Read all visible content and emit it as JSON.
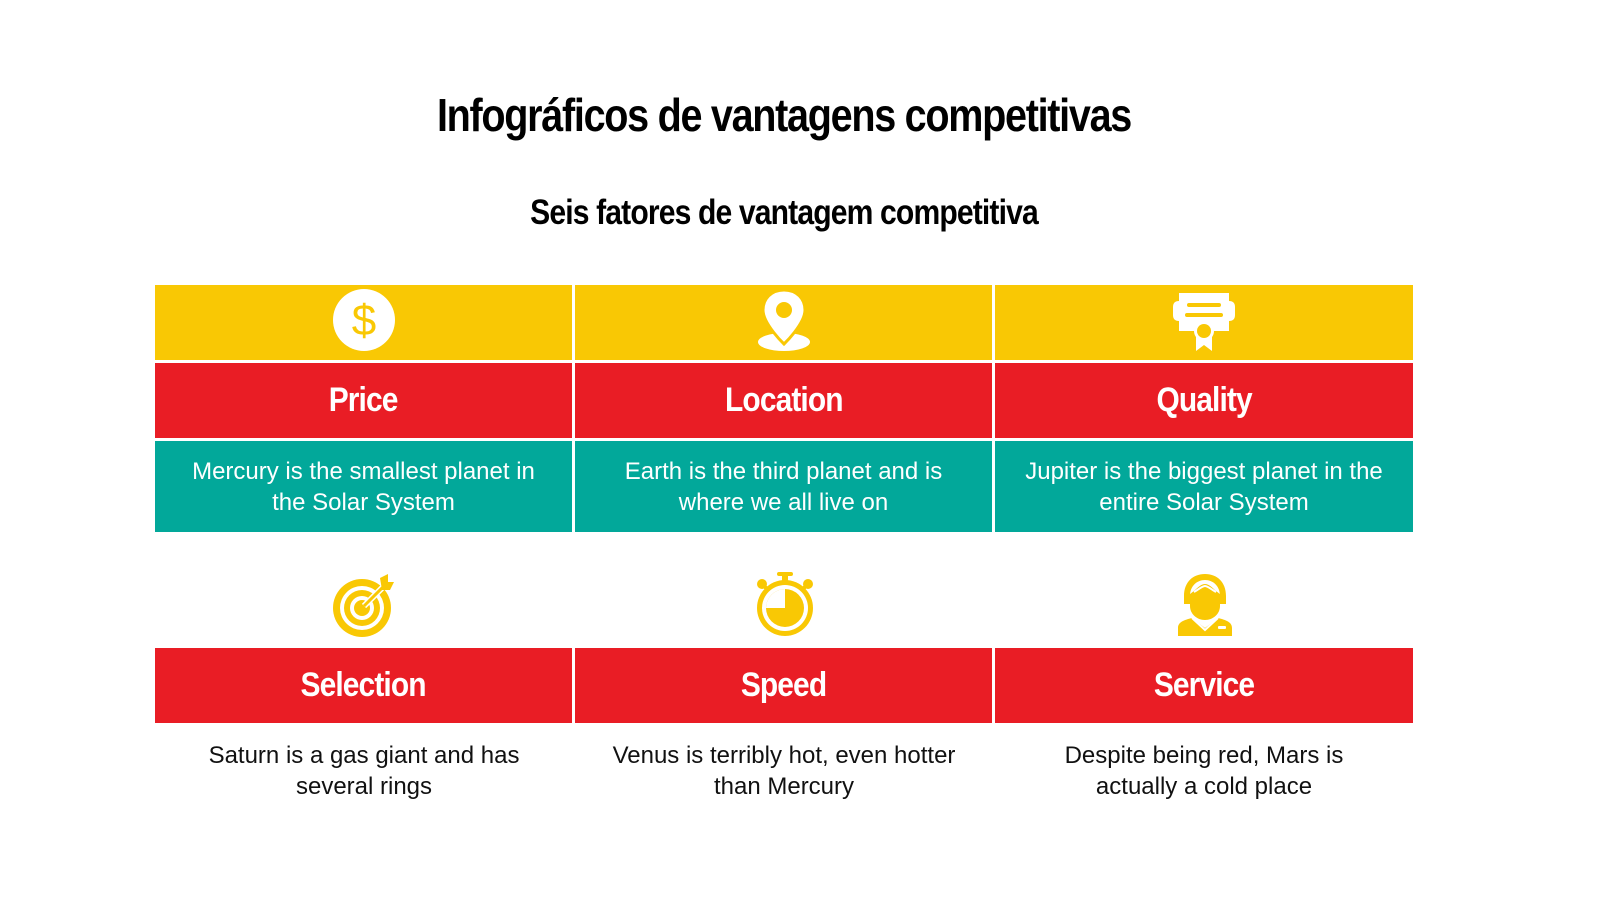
{
  "header": {
    "title": "Infográficos de vantagens competitivas",
    "subtitle": "Seis fatores de vantagem competitiva"
  },
  "colors": {
    "yellow": "#f9c804",
    "red": "#e91d25",
    "teal": "#02a89a"
  },
  "top_factors": [
    {
      "icon": "dollar-coin-icon",
      "label": "Price",
      "description": "Mercury is the smallest planet in the Solar System"
    },
    {
      "icon": "location-pin-icon",
      "label": "Location",
      "description": "Earth is the third planet and is where we all live on"
    },
    {
      "icon": "certificate-icon",
      "label": "Quality",
      "description": "Jupiter is the biggest planet in the entire Solar System"
    }
  ],
  "bottom_factors": [
    {
      "icon": "target-icon",
      "label": "Selection",
      "description": "Saturn is a gas giant and has several rings"
    },
    {
      "icon": "stopwatch-icon",
      "label": "Speed",
      "description": "Venus is terribly hot, even hotter than Mercury"
    },
    {
      "icon": "support-agent-icon",
      "label": "Service",
      "description": "Despite being red, Mars is actually a cold place"
    }
  ]
}
